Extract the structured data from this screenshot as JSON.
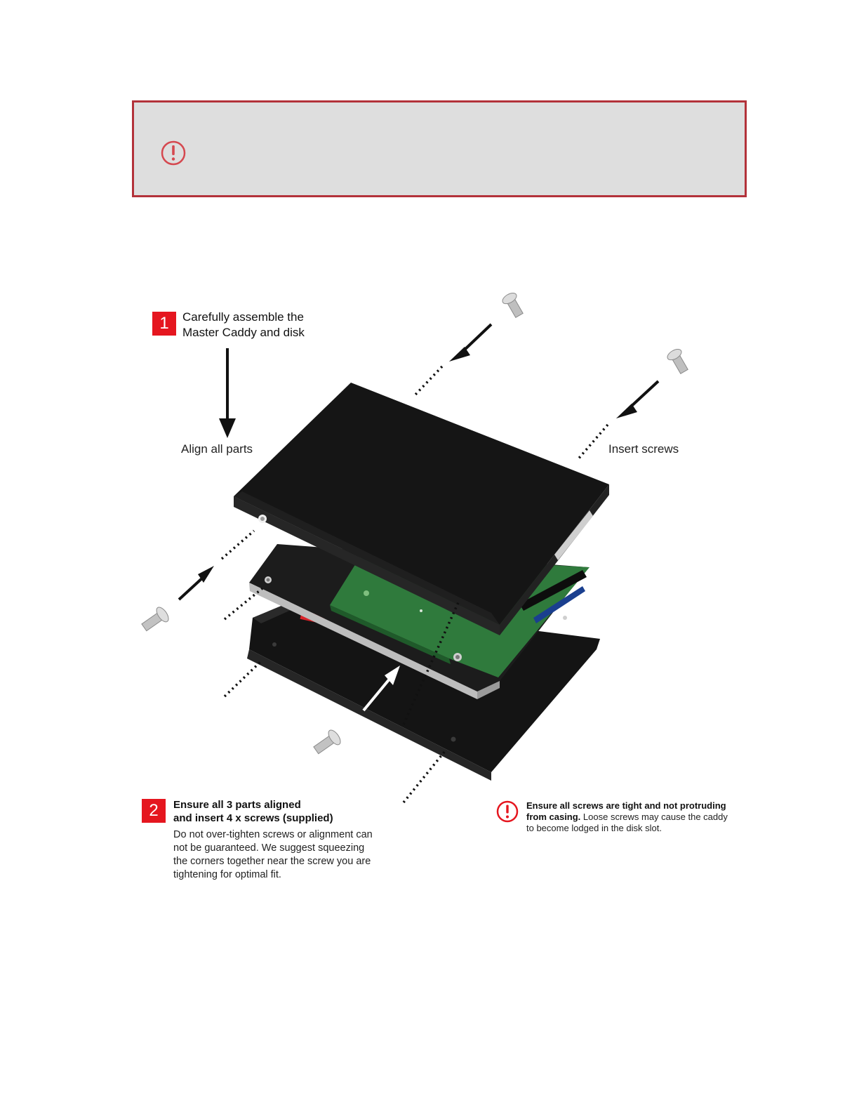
{
  "warning_box": {
    "icon": "exclamation-circle-icon"
  },
  "step1": {
    "number": "1",
    "line1": "Carefully assemble the",
    "line2": "Master Caddy and disk"
  },
  "callouts": {
    "align": "Align all parts",
    "insert": "Insert screws"
  },
  "step2": {
    "number": "2",
    "title_line1": "Ensure all 3 parts aligned",
    "title_line2": "and insert 4 x screws (supplied)",
    "body_line1": "Do not over-tighten screws or alignment can",
    "body_line2": "not be guaranteed. We suggest squeezing",
    "body_line3": "the corners together near the screw you are",
    "body_line4": "tightening for optimal fit."
  },
  "note": {
    "icon": "exclamation-circle-icon",
    "bold_line1": "Ensure all screws are tight and not protruding",
    "bold_line2": "from casing.",
    "rest_line2": " Loose screws may cause the caddy",
    "line3": "to become lodged in the disk slot."
  },
  "colors": {
    "warning_border": "#b3323a",
    "warning_bg": "#dedede",
    "step_badge": "#e5161f",
    "pcb_green": "#2f7a3c",
    "caddy_black": "#161616"
  }
}
